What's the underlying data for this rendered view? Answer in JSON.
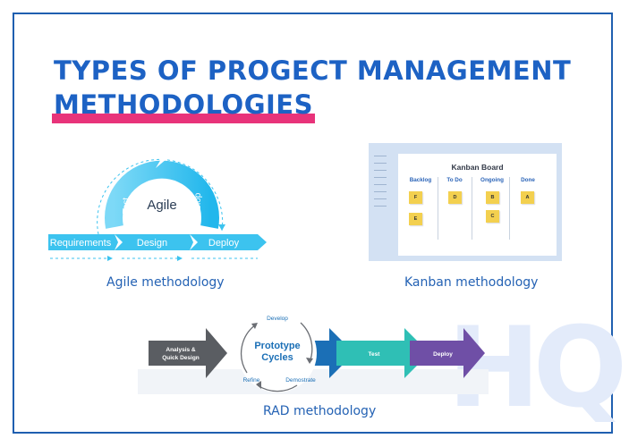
{
  "title": {
    "line1": "TYPES OF PROGECT MANAGEMENT",
    "line2": "METHODOLOGIES"
  },
  "agile": {
    "center": "Agile",
    "test": "Test",
    "develop": "Develop",
    "requirements": "Requirements",
    "design": "Design",
    "deploy": "Deploy",
    "caption": "Agile methodology"
  },
  "kanban": {
    "title": "Kanban Board",
    "columns": [
      "Backlog",
      "To Do",
      "Ongoing",
      "Done"
    ],
    "cards": {
      "backlog": [
        "F",
        "E"
      ],
      "todo": [
        "D"
      ],
      "ongoing": [
        "B",
        "C"
      ],
      "done": [
        "A"
      ]
    },
    "caption": "Kanban methodology"
  },
  "rad": {
    "analysis_line1": "Analysis &",
    "analysis_line2": "Quick Design",
    "prototype_line1": "Prototype",
    "prototype_line2": "Cycles",
    "develop": "Develop",
    "refine": "Refine",
    "demonstrate": "Demostrate",
    "test": "Test",
    "deploy": "Deploy",
    "caption": "RAD methodology"
  },
  "watermark": "HQ",
  "colors": {
    "title_blue": "#1d62c4",
    "highlight_pink": "#e8337a",
    "agile_cyan": "#3cc3ef",
    "rad_gray": "#5a5d62",
    "rad_blue": "#1b6fb6",
    "rad_teal": "#2fbfb5",
    "rad_purple": "#6f4fa6",
    "sticky_yellow": "#f3d04f"
  }
}
